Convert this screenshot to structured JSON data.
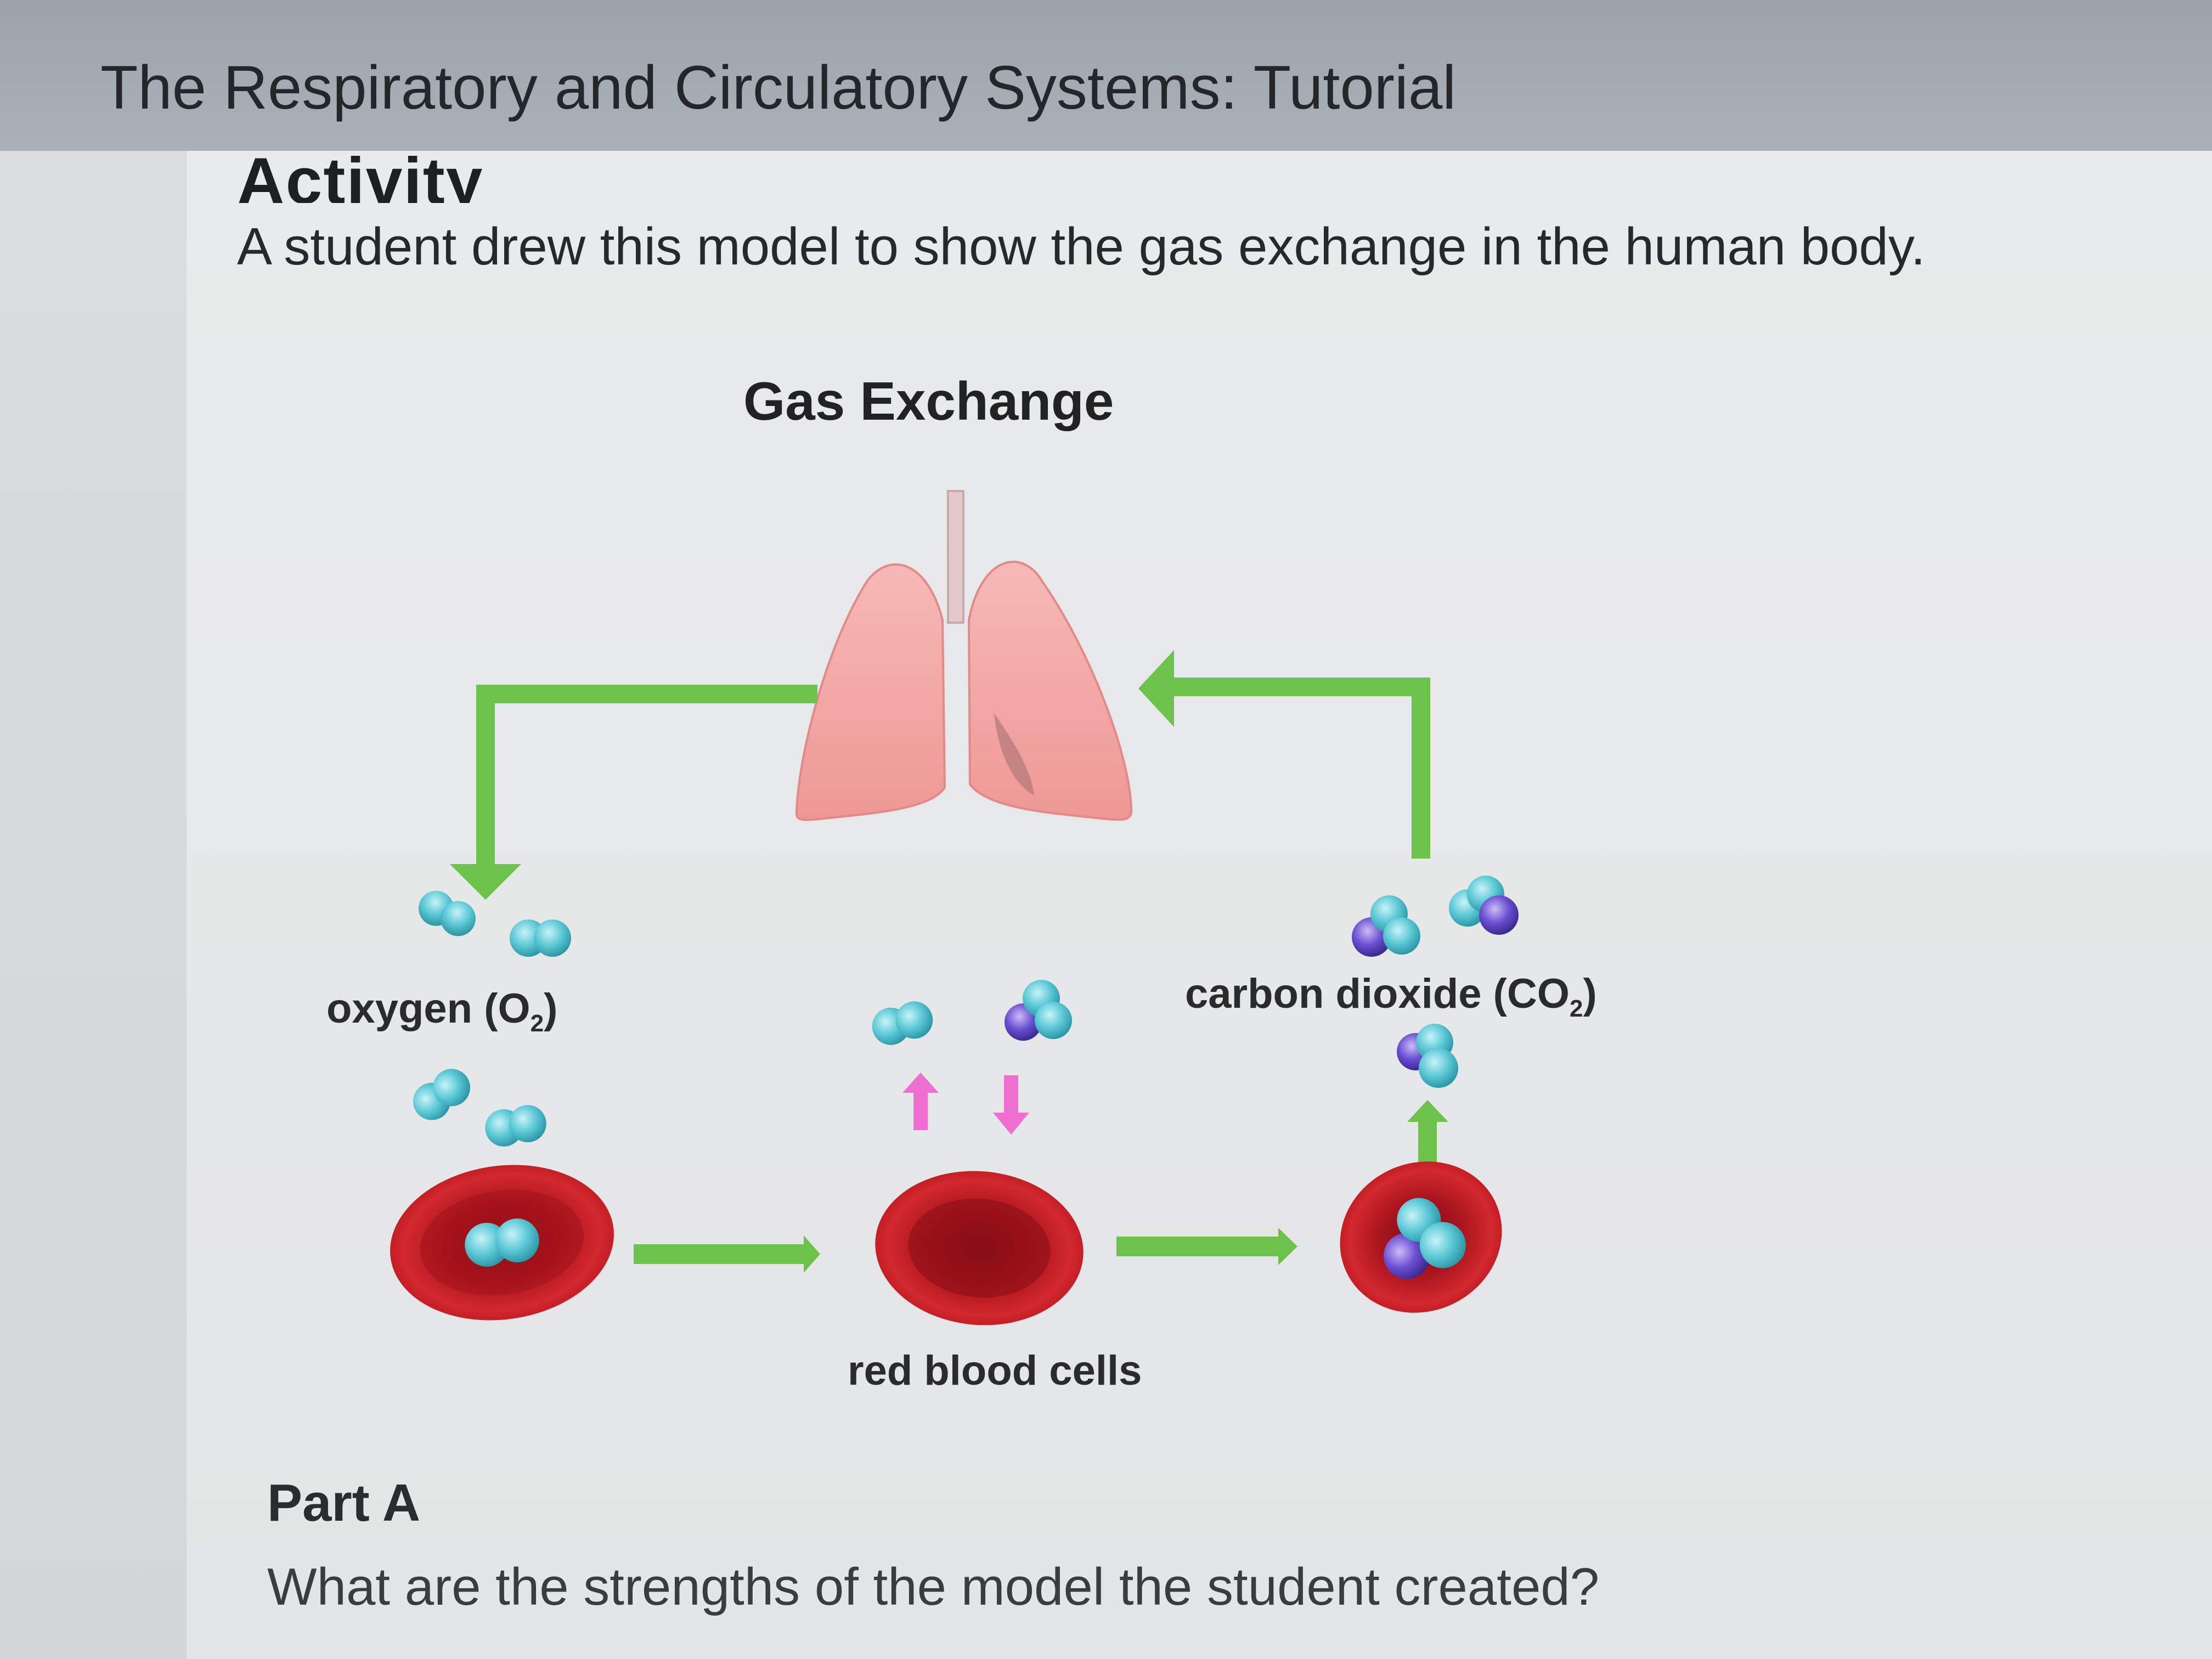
{
  "header": {
    "title": "The Respiratory and Circulatory Systems: Tutorial"
  },
  "activity": {
    "heading": "Activity",
    "intro": "A student drew this model to show the gas exchange in the human body."
  },
  "diagram": {
    "title": "Gas Exchange",
    "labels": {
      "oxygen_prefix": "oxygen  (O",
      "oxygen_sub": "2",
      "oxygen_suffix": ")",
      "co2_prefix": "carbon dioxide (CO",
      "co2_sub": "2",
      "co2_suffix": ")",
      "rbc": "red blood cells"
    },
    "colors": {
      "arrow_green": "#6cc24a",
      "small_arrow_pink": "#ee6fd0",
      "lung_pink": "#f2a7a6",
      "rbc_red": "#c8202a",
      "oxygen_teal": "#5cc9d6",
      "carbon_purple": "#6b4fd1"
    }
  },
  "part_a": {
    "heading": "Part A",
    "question": "What are the strengths of the model the student created?"
  }
}
